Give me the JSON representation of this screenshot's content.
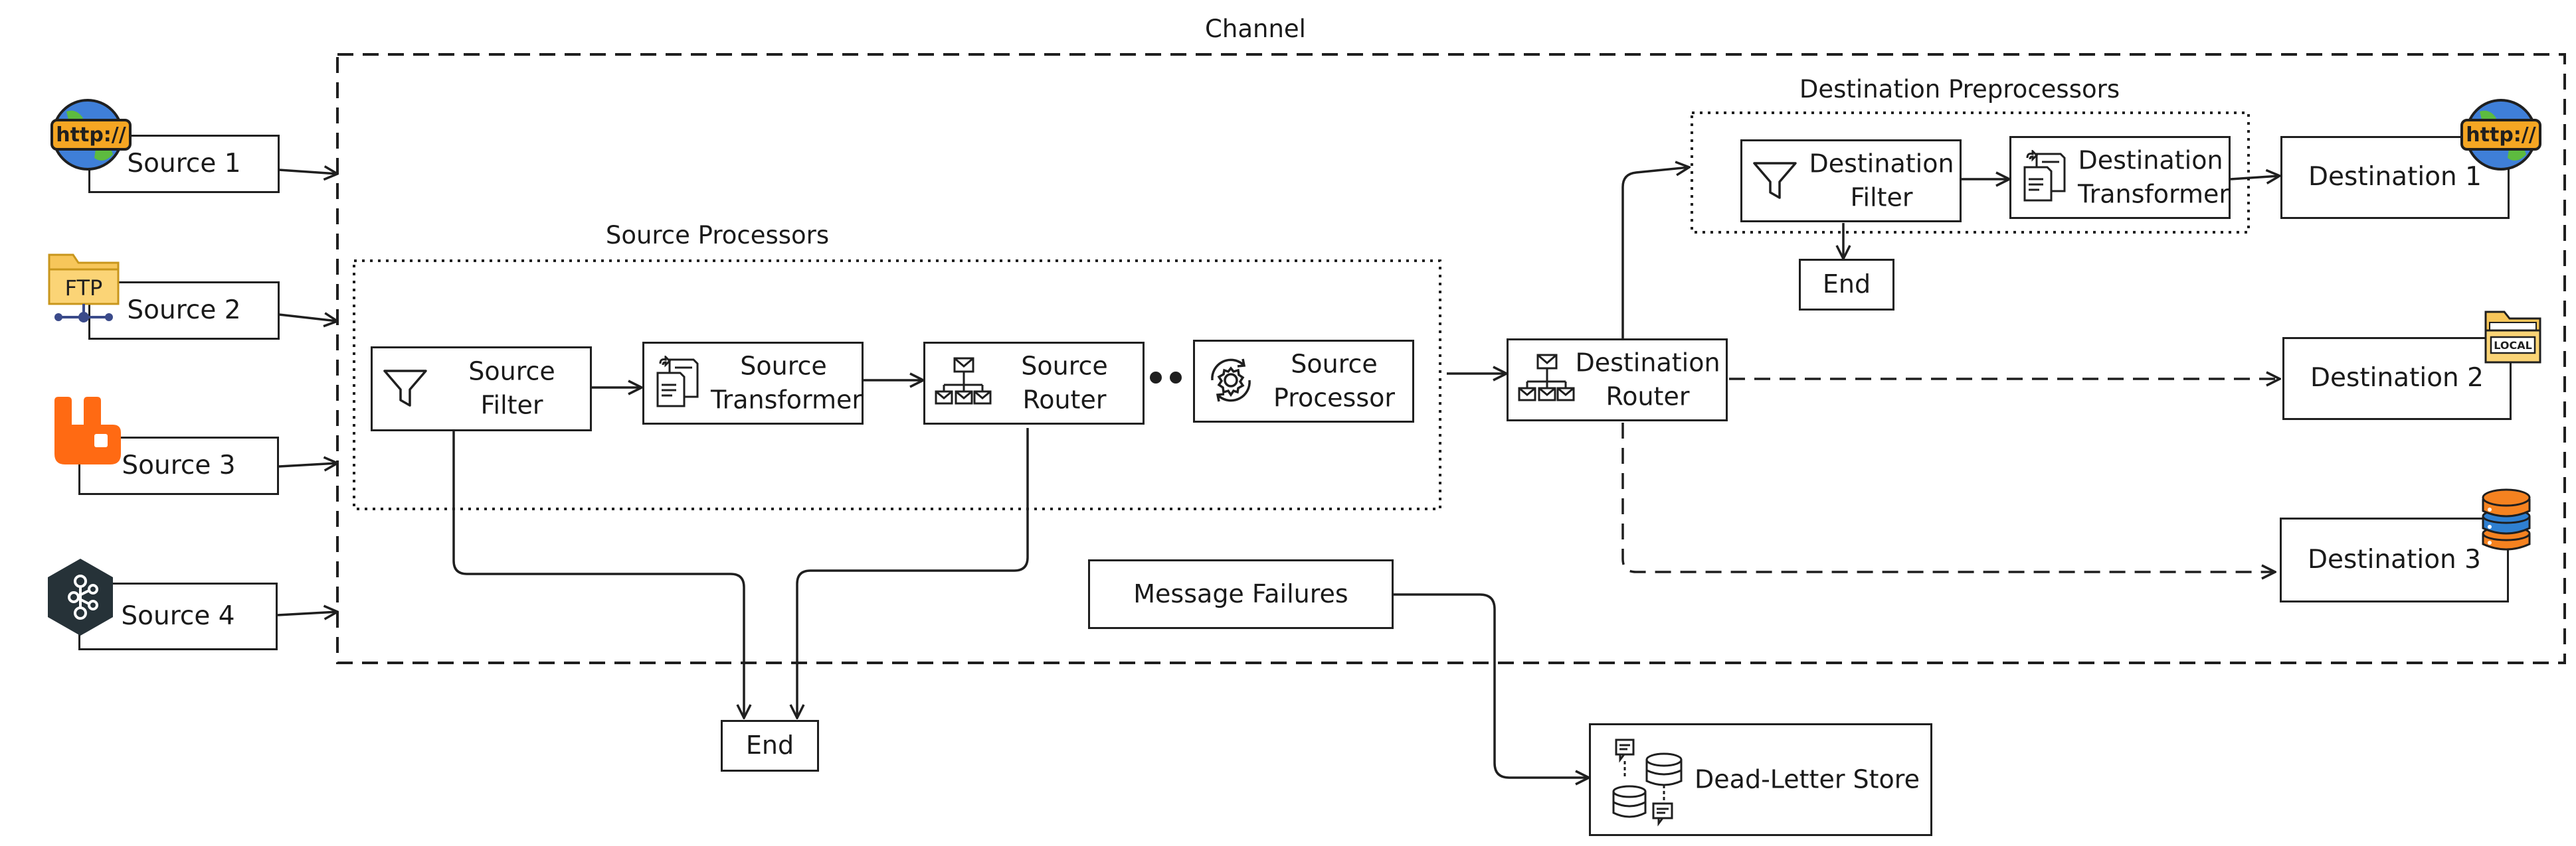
{
  "labels": {
    "channel": "Channel",
    "source_processors": "Source Processors",
    "destination_preprocessors": "Destination Preprocessors"
  },
  "sources": [
    {
      "label": "Source 1",
      "icon": "http-globe-icon"
    },
    {
      "label": "Source 2",
      "icon": "ftp-folder-icon",
      "icon_text": "FTP"
    },
    {
      "label": "Source 3",
      "icon": "rabbitmq-icon"
    },
    {
      "label": "Source 4",
      "icon": "kafka-icon"
    }
  ],
  "source_processors": [
    {
      "line1": "Source",
      "line2": "Filter",
      "icon": "filter-icon"
    },
    {
      "line1": "Source",
      "line2": "Transformer",
      "icon": "document-transform-icon"
    },
    {
      "line1": "Source",
      "line2": "Router",
      "icon": "router-icon"
    },
    {
      "line1": "Source",
      "line2": "Processor",
      "icon": "gear-cycle-icon"
    }
  ],
  "destination_router": {
    "line1": "Destination",
    "line2": "Router",
    "icon": "router-icon"
  },
  "destination_preprocessors": [
    {
      "line1": "Destination",
      "line2": "Filter",
      "icon": "filter-icon"
    },
    {
      "line1": "Destination",
      "line2": "Transformer",
      "icon": "document-transform-icon"
    }
  ],
  "destinations": [
    {
      "label": "Destination 1",
      "icon": "http-globe-icon"
    },
    {
      "label": "Destination 2",
      "icon": "local-folder-icon",
      "icon_text": "LOCAL"
    },
    {
      "label": "Destination 3",
      "icon": "database-stack-icon"
    }
  ],
  "ends": {
    "source_end": "End",
    "destination_end": "End"
  },
  "message_failures": "Message Failures",
  "dead_letter_store": "Dead-Letter Store",
  "icon_text": {
    "http": "http://"
  },
  "colors": {
    "stroke": "#1f1f1f",
    "globe_blue": "#3f7fd8",
    "globe_green": "#5dbb3f",
    "http_orange": "#f5a623",
    "folder_yellow": "#f7c65a",
    "rabbit_orange": "#ff6a13",
    "kafka_dark": "#263238",
    "db_orange": "#f58220",
    "db_blue": "#2f80d1"
  }
}
